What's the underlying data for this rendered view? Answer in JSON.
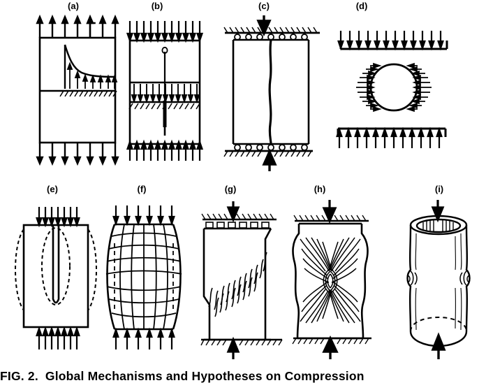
{
  "figure": {
    "caption_number": "FIG. 2.",
    "caption_text": "Global Mechanisms and Hypotheses on Compression",
    "panels": [
      {
        "id": "a",
        "label": "(a)",
        "name": "tensile-stress-concentration-specimen"
      },
      {
        "id": "b",
        "label": "(b)",
        "name": "crack-uniform-stress-specimen"
      },
      {
        "id": "c",
        "label": "(c)",
        "name": "axial-splitting-specimen"
      },
      {
        "id": "d",
        "label": "(d)",
        "name": "circular-disc-lateral-pressure"
      },
      {
        "id": "e",
        "label": "(e)",
        "name": "notched-specimen-buckling-contour"
      },
      {
        "id": "f",
        "label": "(f)",
        "name": "barrelled-deformed-mesh"
      },
      {
        "id": "g",
        "label": "(g)",
        "name": "inclined-kink-band-specimen"
      },
      {
        "id": "h",
        "label": "(h)",
        "name": "chevron-microbuckling-specimen"
      },
      {
        "id": "i",
        "label": "(i)",
        "name": "cylinder-bulge-specimen"
      }
    ]
  },
  "colors": {
    "ink": "#000000",
    "background": "#ffffff"
  }
}
